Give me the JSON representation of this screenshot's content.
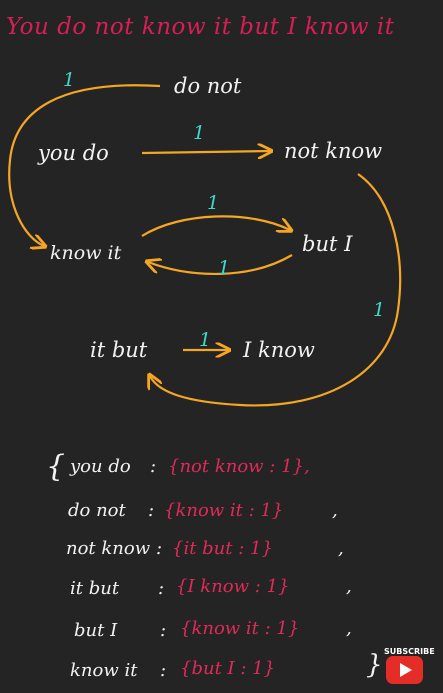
{
  "title": "You do not know it but I know it",
  "nodes": {
    "do_not": "do not",
    "you_do": "you do",
    "not_know": "not know",
    "know_it": "know it",
    "but_i": "but I",
    "it_but": "it but",
    "i_know": "I know"
  },
  "edge_labels": {
    "arc_top": "1",
    "you_do_not_know": "1",
    "know_it_but_i": "1",
    "but_i_know_it": "1",
    "not_know_it_but": "1",
    "it_but_i_know": "1"
  },
  "colors": {
    "title": "#d61f55",
    "arrow": "#f5a623",
    "weight": "#3fd9c5",
    "value": "#e02a58"
  },
  "dict": {
    "open": "{",
    "close": "}",
    "entries": [
      {
        "key": "you do",
        "sep": ":",
        "value": "{not know : 1},",
        "comma": ""
      },
      {
        "key": "do not",
        "sep": ":",
        "value": "{know it : 1}",
        "comma": ","
      },
      {
        "key": "not know",
        "sep": ":",
        "value": "{it but : 1}",
        "comma": ","
      },
      {
        "key": "it but",
        "sep": ":",
        "value": "{I know : 1}",
        "comma": ","
      },
      {
        "key": "but I",
        "sep": ":",
        "value": "{know it : 1}",
        "comma": ","
      },
      {
        "key": "know it",
        "sep": ":",
        "value": "{but I : 1}",
        "comma": ""
      }
    ]
  },
  "youtube": {
    "label": "SUBSCRIBE",
    "icon": "youtube-play-icon"
  }
}
